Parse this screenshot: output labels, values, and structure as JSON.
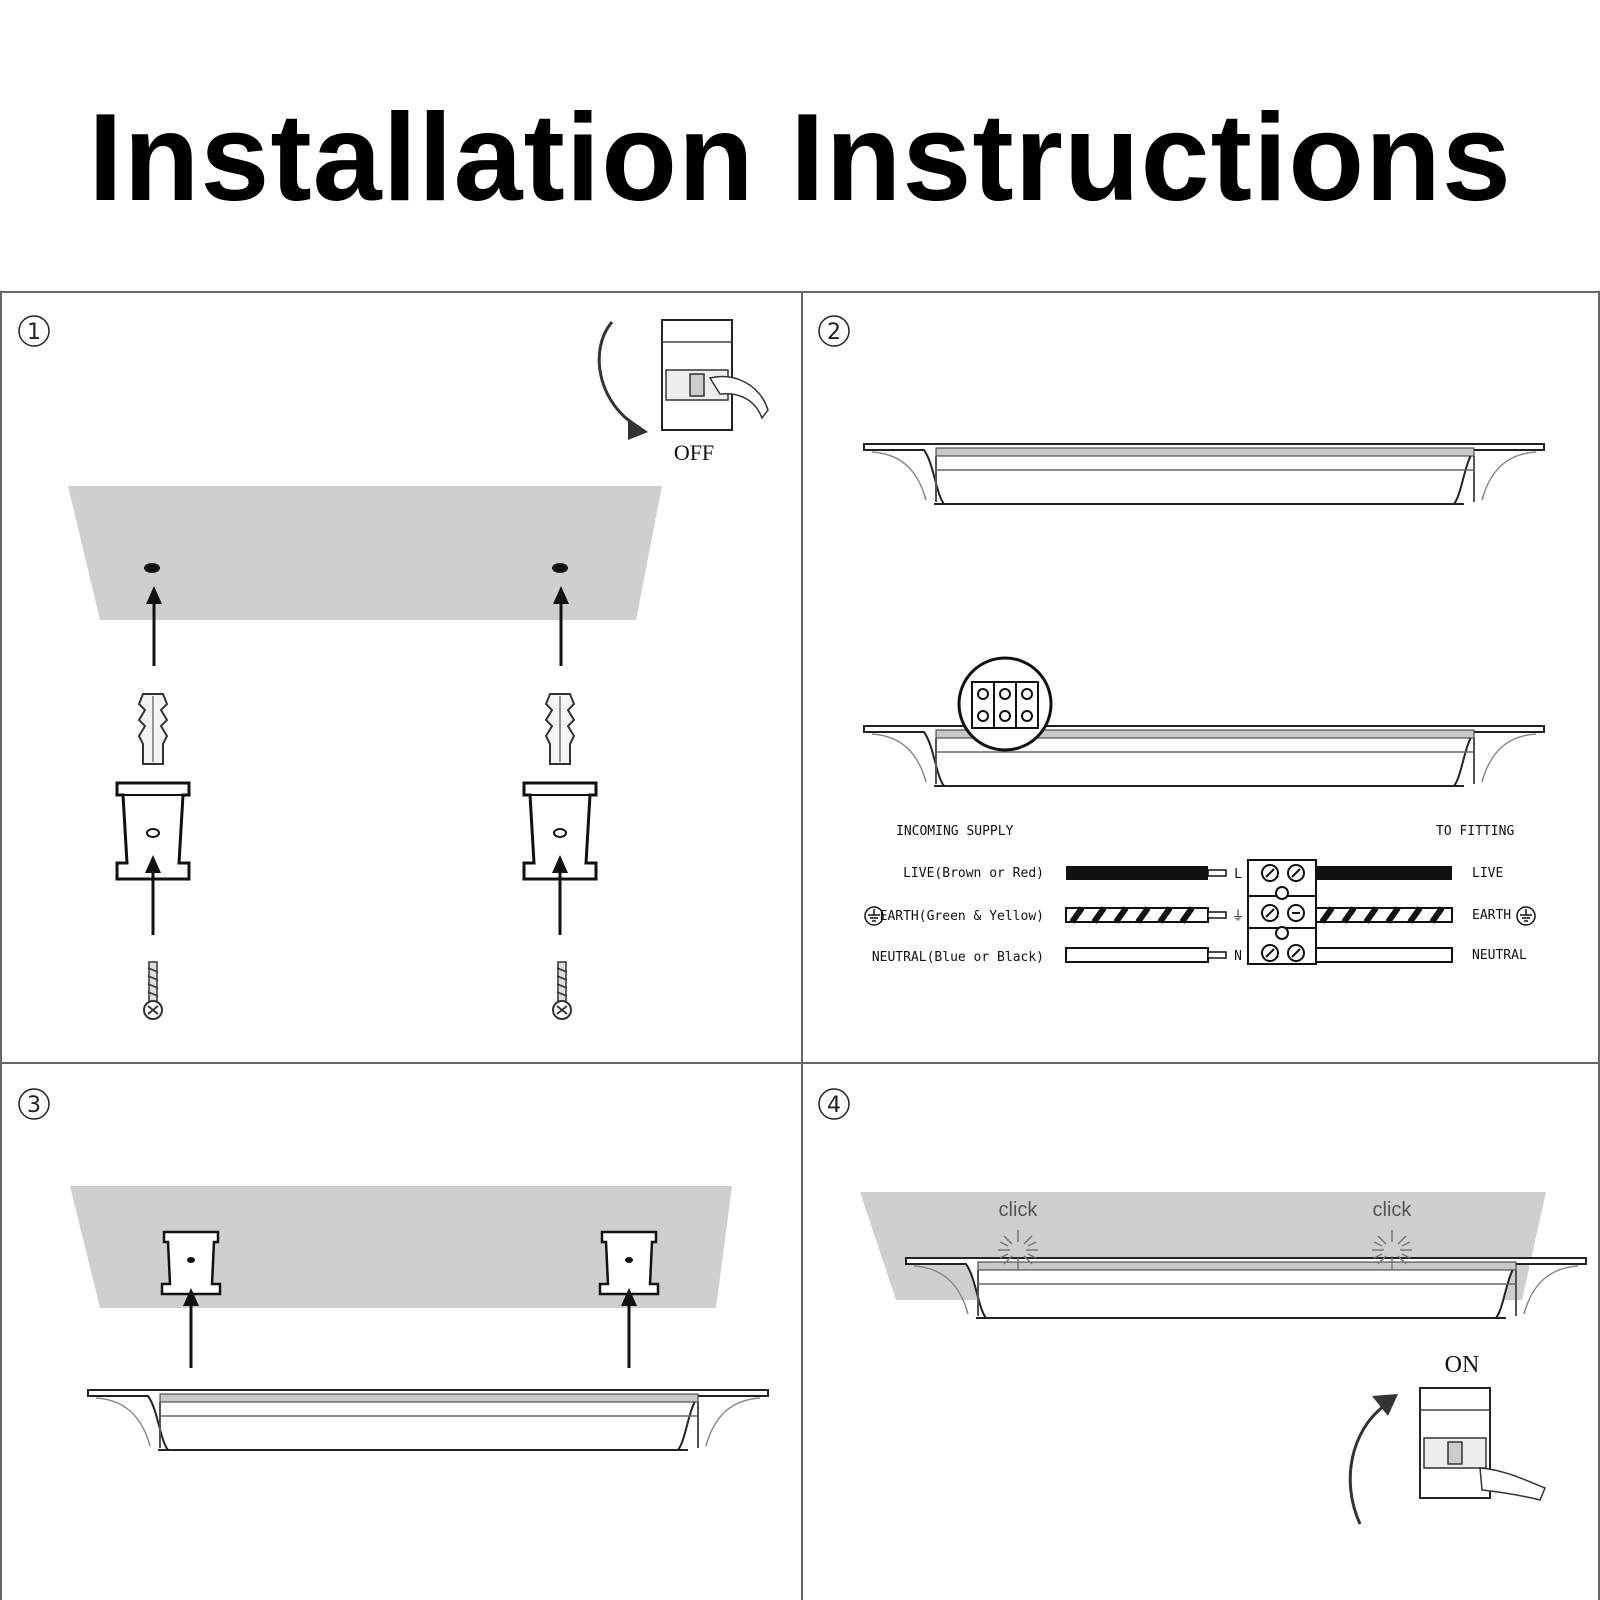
{
  "title": "Installation Instructions",
  "steps": [
    {
      "number": "1",
      "switch_label": "OFF"
    },
    {
      "number": "2",
      "wiring": {
        "incoming_header": "INCOMING SUPPLY",
        "fitting_header": "TO FITTING",
        "rows": [
          {
            "incoming": "LIVE(Brown or Red)",
            "terminal": "L",
            "fitting": "LIVE"
          },
          {
            "incoming": "EARTH(Green & Yellow)",
            "terminal": "⏚",
            "fitting": "EARTH"
          },
          {
            "incoming": "NEUTRAL(Blue or Black)",
            "terminal": "N",
            "fitting": "NEUTRAL"
          }
        ]
      }
    },
    {
      "number": "3"
    },
    {
      "number": "4",
      "click_label": "click",
      "switch_label": "ON"
    }
  ]
}
